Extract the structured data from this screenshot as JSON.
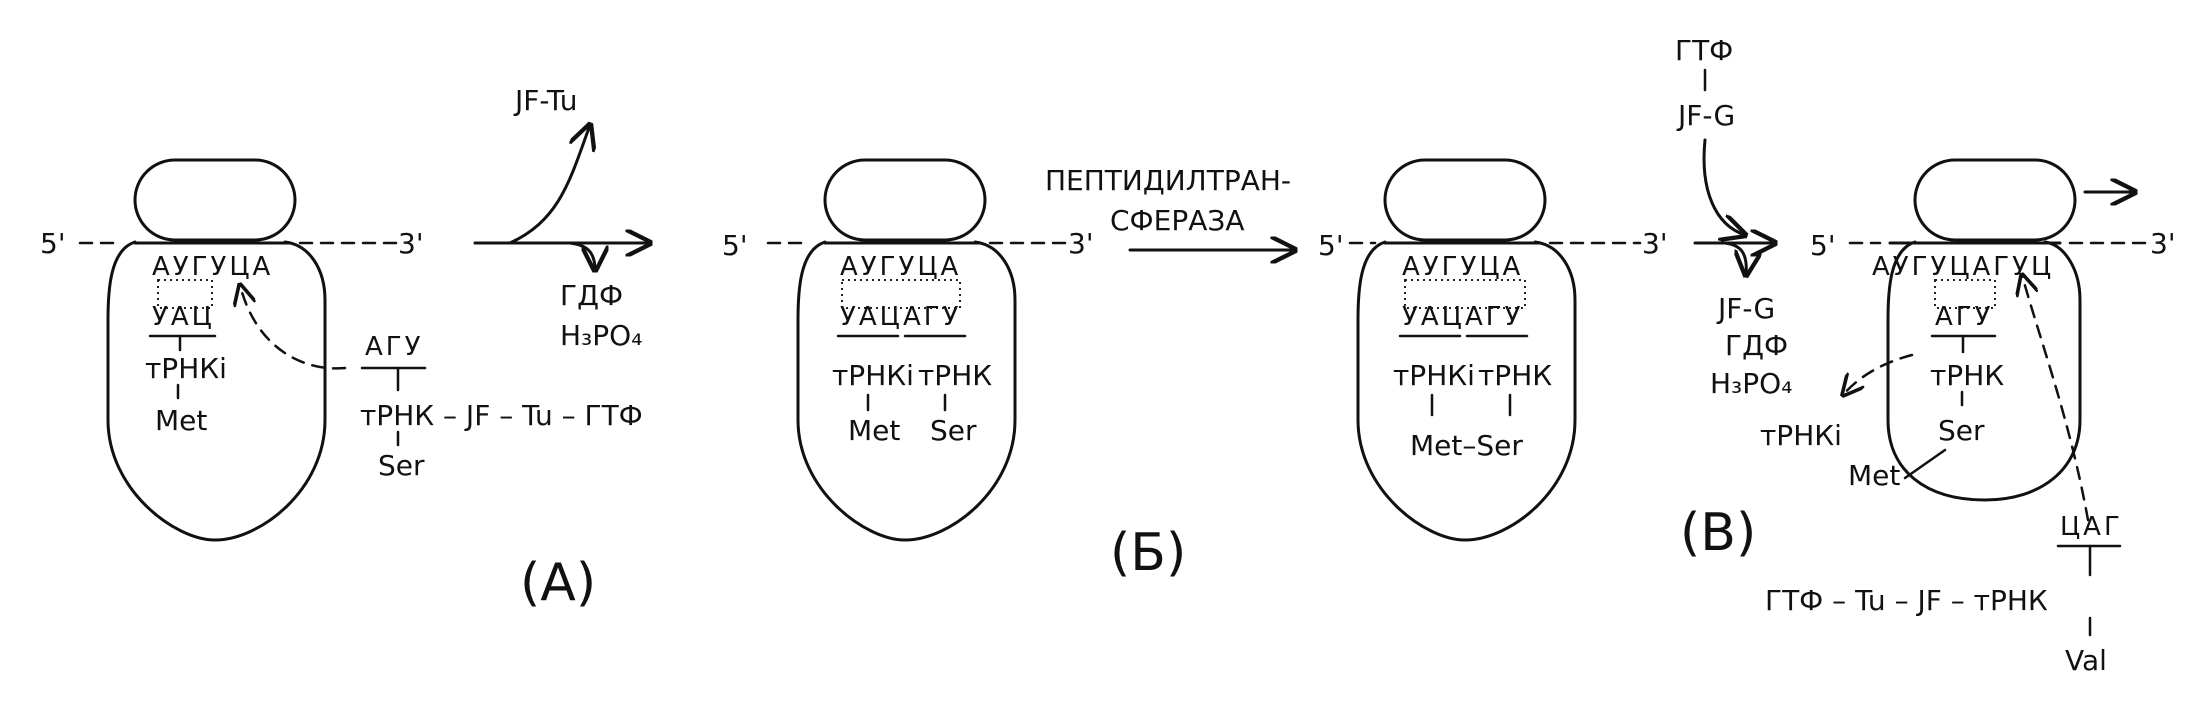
{
  "panels": {
    "A": {
      "label": "(А)",
      "five_prime": "5'",
      "three_prime": "3'",
      "mrna_codons": "АУГУЦА",
      "p_site_anticodon": "УАЦ",
      "p_site_trna": "тРНКi",
      "p_site_aa": "Met",
      "incoming_anticodon": "АГУ",
      "incoming_complex": "тРНК – JF – Tu – ГТФ",
      "incoming_aa": "Ser",
      "released_factor": "JF-Tu",
      "released_products": [
        "ГДФ",
        "H₃PO₄"
      ]
    },
    "B": {
      "label": "(Б)",
      "five_prime": "5'",
      "three_prime": "3'",
      "mrna_codons": "АУГУЦА",
      "p_anticodon": "УАЦ",
      "a_anticodon": "АГУ",
      "p_trna": "тРНКi",
      "a_trna": "тРНК",
      "p_aa": "Met",
      "a_aa": "Ser",
      "enzyme": "ПЕПТИДИЛТРАН-",
      "enzyme2": "СФЕРАЗА"
    },
    "B2": {
      "five_prime": "5'",
      "three_prime": "3'",
      "mrna_codons": "АУГУЦА",
      "p_anticodon": "УАЦ",
      "a_anticodon": "АГУ",
      "p_trna": "тРНКi",
      "a_trna": "тРНК",
      "dipeptide": "Met–Ser",
      "factor_top": "ГТФ",
      "factor": "JF-G",
      "released": [
        "JF-G",
        "ГДФ",
        "H₃PO₄"
      ]
    },
    "V": {
      "label": "(В)",
      "five_prime": "5'",
      "three_prime": "3'",
      "mrna_codons": "АУГУЦАГУЦ",
      "anticodon": "АГУ",
      "trna": "тРНК",
      "aa": "Ser",
      "chain_end": "Met",
      "released_trna": "тРНКi",
      "incoming_anticodon": "ЦАГ",
      "incoming_complex": "ГТФ – Tu – JF – тРНК",
      "incoming_aa": "Val"
    }
  }
}
